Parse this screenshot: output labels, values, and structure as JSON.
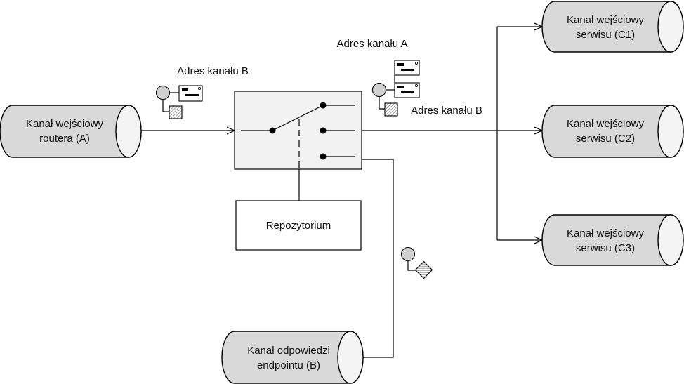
{
  "nodes": {
    "router_input": {
      "line1": "Kanał wejściowy",
      "line2": "routera (A)"
    },
    "service_c1": {
      "line1": "Kanał wejściowy",
      "line2": "serwisu (C1)"
    },
    "service_c2": {
      "line1": "Kanał wejściowy",
      "line2": "serwisu (C2)"
    },
    "service_c3": {
      "line1": "Kanał wejściowy",
      "line2": "serwisu (C3)"
    },
    "endpoint_reply": {
      "line1": "Kanał odpowiedzi",
      "line2": "endpointu (B)"
    },
    "repository": {
      "label": "Repozytorium"
    }
  },
  "labels": {
    "address_b_left": "Adres kanału B",
    "address_a_right": "Adres kanału A",
    "address_b_right": "Adres kanału B"
  },
  "colors": {
    "channel_fill": "#d9d9d9",
    "router_fill": "#f2f2f2",
    "line": "#000000"
  }
}
